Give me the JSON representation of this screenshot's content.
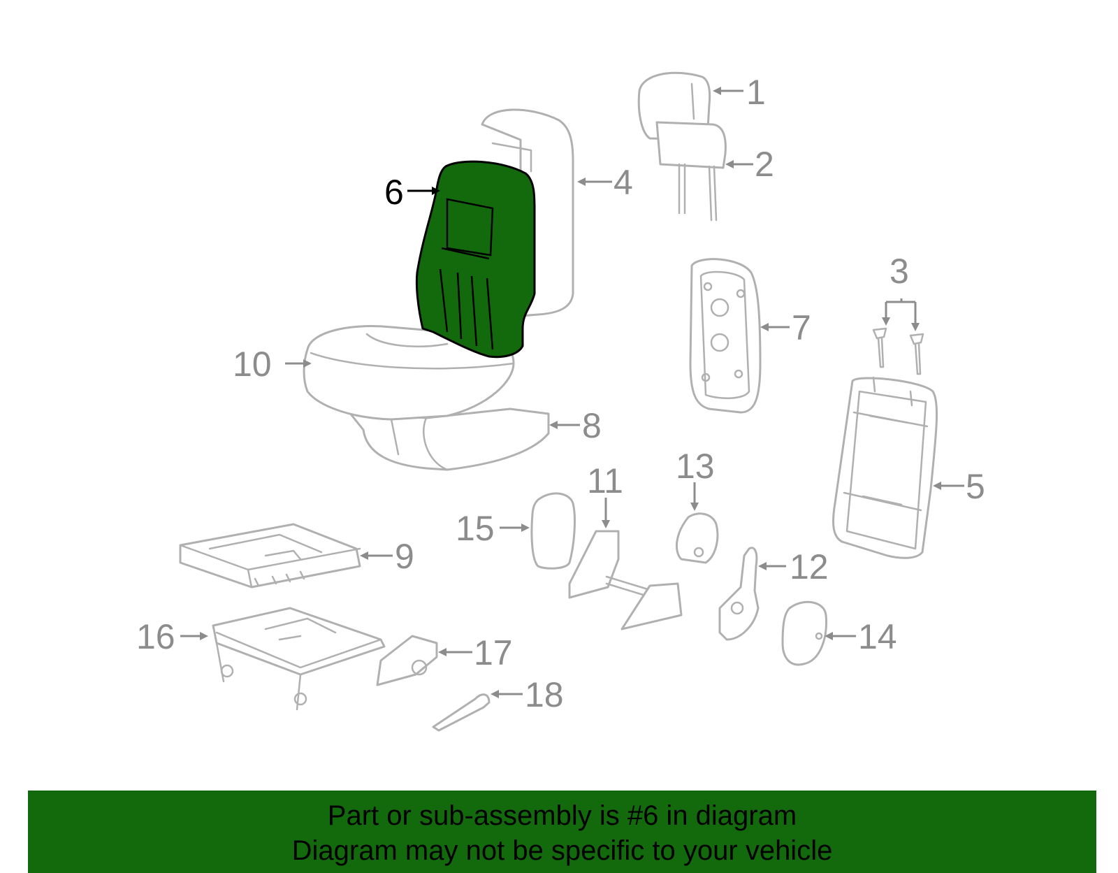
{
  "colors": {
    "highlight_fill": "#136a0c",
    "footer_bg": "#136a0c",
    "part_stroke": "#b0b0b0",
    "label_gray": "#8c8c8c",
    "highlight_label": "#000000"
  },
  "highlighted_part": "6",
  "labels": {
    "p1": "1",
    "p2": "2",
    "p3": "3",
    "p4": "4",
    "p5": "5",
    "p6": "6",
    "p7": "7",
    "p8": "8",
    "p9": "9",
    "p10": "10",
    "p11": "11",
    "p12": "12",
    "p13": "13",
    "p14": "14",
    "p15": "15",
    "p16": "16",
    "p17": "17",
    "p18": "18"
  },
  "footer": {
    "line1": "Part or sub-assembly is #6 in diagram",
    "line2": "Diagram may not be specific to your vehicle"
  }
}
